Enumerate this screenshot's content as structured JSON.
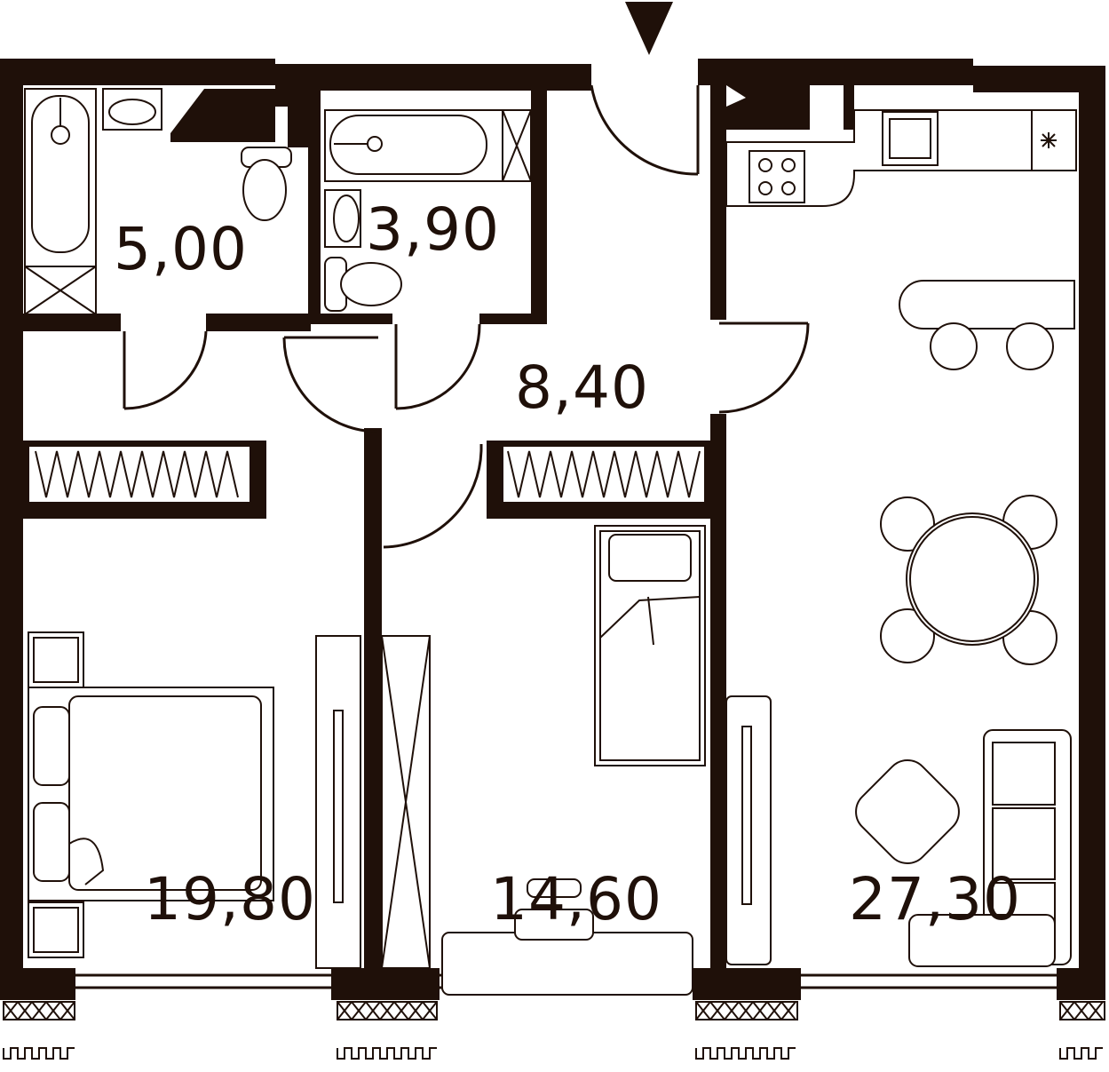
{
  "rooms": {
    "bathroom_1": {
      "area": "5,00"
    },
    "bathroom_2": {
      "area": "3,90"
    },
    "hallway": {
      "area": "8,40"
    },
    "bedroom_1": {
      "area": "19,80"
    },
    "bedroom_2": {
      "area": "14,60"
    },
    "kitchen_living": {
      "area": "27,30"
    }
  },
  "colors": {
    "wall": "#1f1009",
    "background": "#ffffff"
  },
  "icons": {
    "entrance": "entrance-arrow-icon"
  }
}
